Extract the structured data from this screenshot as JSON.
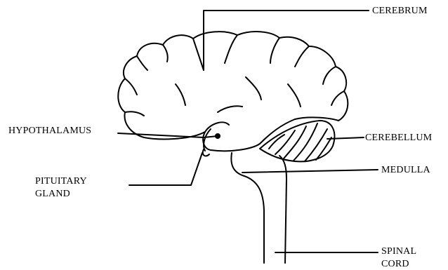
{
  "labels": {
    "cerebrum": "CEREBRUM",
    "hypothalamus": "HYPOTHALAMUS",
    "cerebellum": "CEREBELLUM",
    "pituitary_line1": "PITUITARY",
    "pituitary_line2": "GLAND",
    "medulla": "MEDULLA",
    "spinal_line1": "SPINAL",
    "spinal_line2": "CORD"
  },
  "colors": {
    "stroke": "#000000",
    "background": "#ffffff"
  }
}
